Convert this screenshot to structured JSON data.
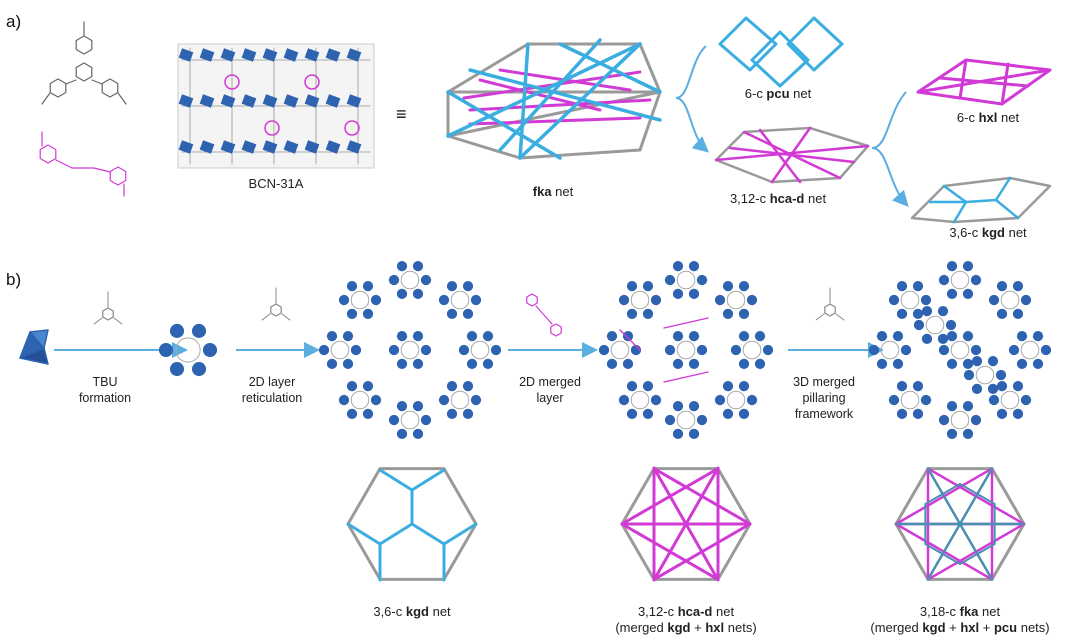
{
  "panels": {
    "a": "a)",
    "b": "b)"
  },
  "equiv_symbol": "≡",
  "labels": {
    "mof_name": "BCN-31A",
    "fka_net": {
      "bold": "fka",
      "suffix": " net"
    },
    "pcu_net": {
      "prefix": "6-c ",
      "bold": "pcu",
      "suffix": " net"
    },
    "hxl_net": {
      "prefix": "6-c ",
      "bold": "hxl",
      "suffix": " net"
    },
    "hcad_net": {
      "prefix": "3,12-c ",
      "bold": "hca-d",
      "suffix": " net"
    },
    "kgd_net": {
      "prefix": "3,6-c ",
      "bold": "kgd",
      "suffix": " net"
    }
  },
  "steps": [
    {
      "line1": "TBU",
      "line2": "formation"
    },
    {
      "line1": "2D layer",
      "line2": "reticulation"
    },
    {
      "line1": "2D merged",
      "line2": "layer"
    },
    {
      "line1": "3D  merged",
      "line2": "pillaring",
      "line3": "framework"
    }
  ],
  "bottom_labels": {
    "kgd": {
      "prefix": "3,6-c ",
      "bold": "kgd",
      "suffix": " net"
    },
    "hcad": {
      "prefix": "3,12-c ",
      "bold": "hca-d",
      "suffix": " net",
      "sub_prefix": "(merged ",
      "sub_b1": "kgd",
      "sub_mid": " + ",
      "sub_b2": "hxl",
      "sub_suffix": " nets)"
    },
    "fka": {
      "prefix": "3,18-c ",
      "bold": "fka",
      "suffix": " net",
      "sub_prefix": "(merged ",
      "sub_b1": "kgd",
      "sub_mid1": " + ",
      "sub_b2": "hxl",
      "sub_mid2": " + ",
      "sub_b3": "pcu",
      "sub_suffix": " nets)"
    }
  },
  "colors": {
    "blue": "#3aaee0",
    "magenta": "#d23ad6",
    "grey": "#9a9a9a",
    "cluster": "#2d63b0",
    "arrow": "#5aaee0"
  }
}
